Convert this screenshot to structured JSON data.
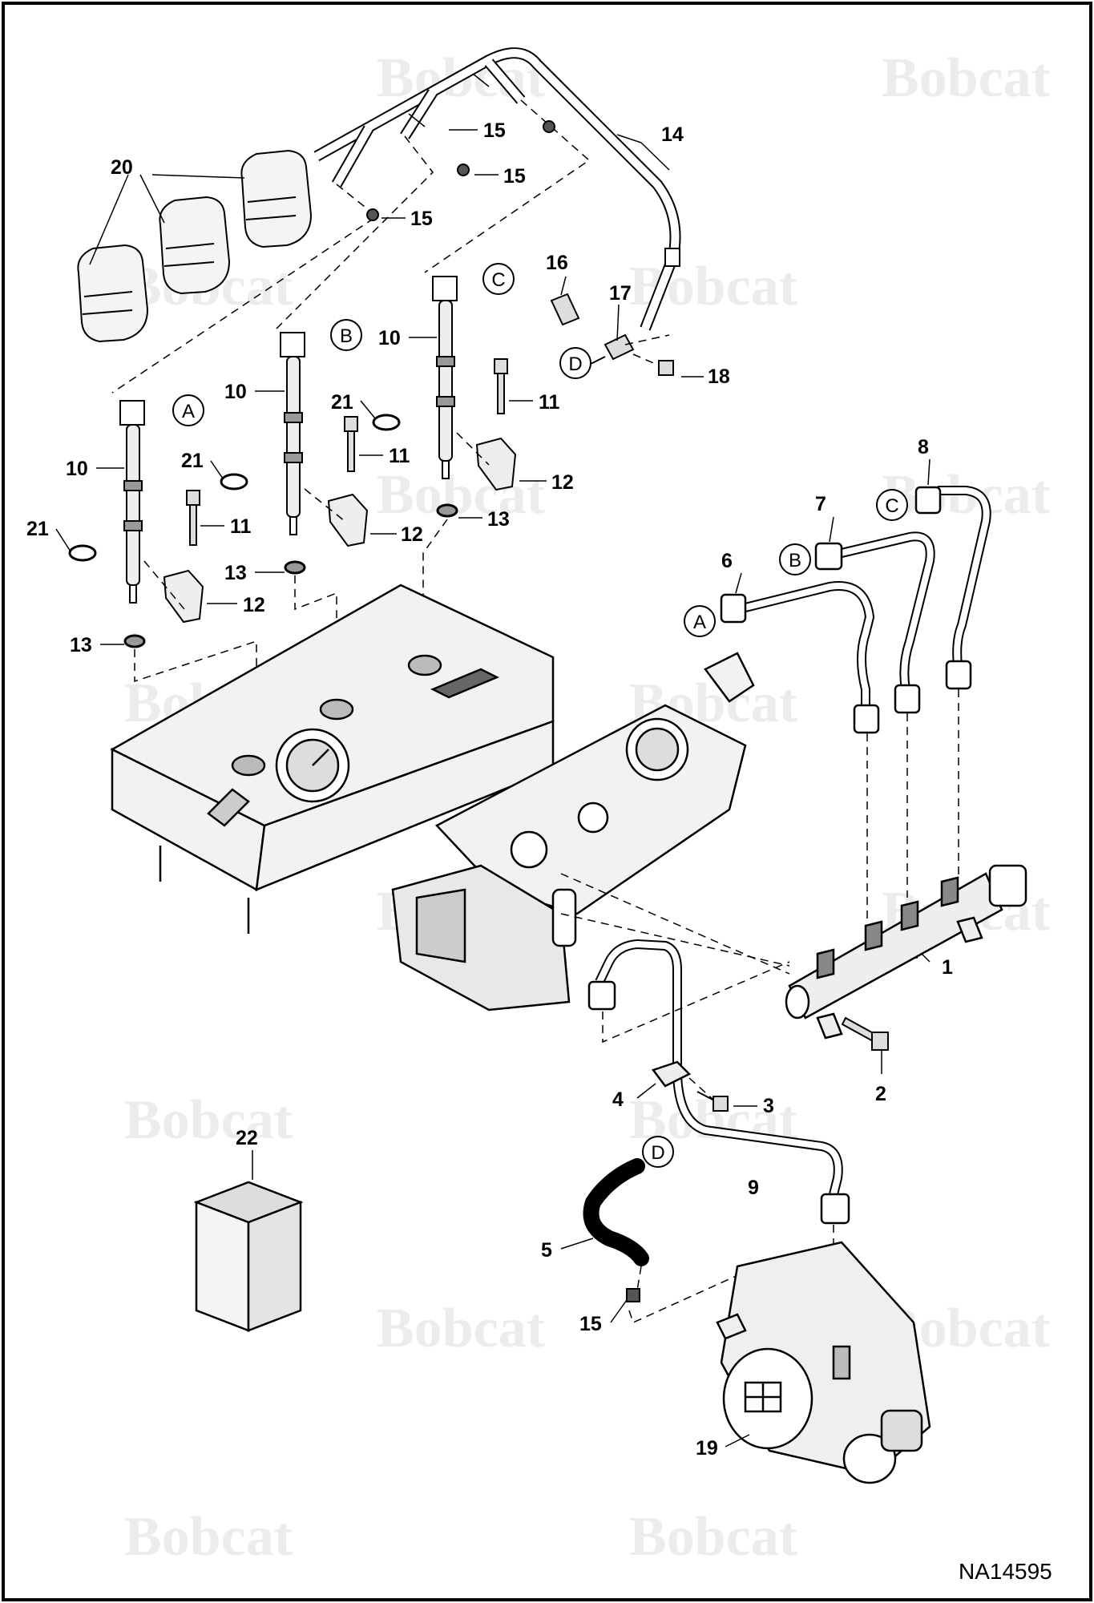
{
  "watermark": {
    "brand": "Bobcat"
  },
  "figure_code": "NA14595",
  "connectors": [
    "A",
    "B",
    "C",
    "D"
  ],
  "labels": {
    "l1": "1",
    "l2": "2",
    "l3": "3",
    "l4": "4",
    "l5": "5",
    "l6": "6",
    "l7": "7",
    "l8": "8",
    "l9": "9",
    "l10": "10",
    "l11": "11",
    "l12": "12",
    "l13": "13",
    "l14": "14",
    "l15": "15",
    "l16": "16",
    "l17": "17",
    "l18": "18",
    "l19": "19",
    "l20": "20",
    "l21": "21",
    "l22": "22"
  }
}
